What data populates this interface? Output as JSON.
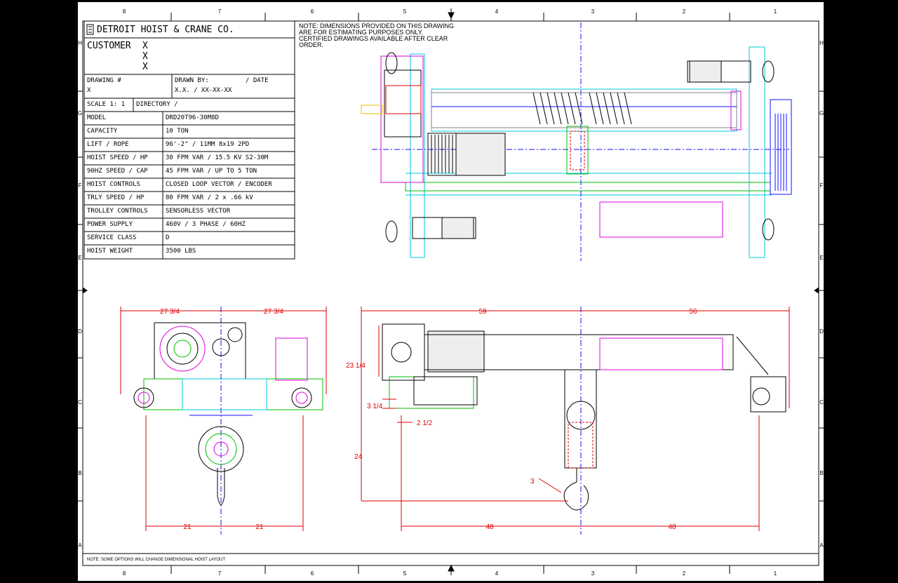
{
  "title_block": {
    "company": "DETROIT HOIST & CRANE CO.",
    "customer_label": "CUSTOMER",
    "customer_lines": [
      "X",
      "X",
      "X"
    ],
    "drawing_label": "DRAWING #",
    "drawing_value": "X",
    "drawn_by_label": "DRAWN BY:",
    "date_label": "/ DATE",
    "drawn_by_value": "X.X. / XX-XX-XX",
    "scale_label": "SCALE 1: 1",
    "directory_label": "DIRECTORY /",
    "rows": [
      {
        "label": "MODEL",
        "value": "DRD20T96-30M8D"
      },
      {
        "label": "CAPACITY",
        "value": "10 TON"
      },
      {
        "label": "LIFT / ROPE",
        "value": "96'-2\" / 11MM 8x19 2PD"
      },
      {
        "label": "HOIST SPEED / HP",
        "value": "30 FPM VAR / 15.5 KV S2-30M"
      },
      {
        "label": "90HZ SPEED / CAP",
        "value": "45 FPM VAR / UP TO 5 TON"
      },
      {
        "label": "HOIST CONTROLS",
        "value": "CLOSED LOOP VECTOR / ENCODER"
      },
      {
        "label": "TRLY SPEED / HP",
        "value": "80 FPM VAR / 2 x .66 kV"
      },
      {
        "label": "TROLLEY CONTROLS",
        "value": "SENSORLESS VECTOR"
      },
      {
        "label": "POWER SUPPLY",
        "value": "460V / 3 PHASE / 60HZ"
      },
      {
        "label": "SERVICE CLASS",
        "value": "D"
      },
      {
        "label": "HOIST WEIGHT",
        "value": "3500 LBS"
      }
    ]
  },
  "note_top": [
    "NOTE: DIMENSIONS PROVIDED ON THIS DRAWING",
    "ARE FOR ESTIMATING PURPOSES ONLY.",
    "CERTIFIED DRAWINGS AVAILABLE AFTER CLEAR",
    "ORDER."
  ],
  "note_bottom": "NOTE: SOME OPTIONS WILL CHANGE DIMENSIONAL HOIST LAYOUT",
  "grid": {
    "columns": [
      "8",
      "7",
      "6",
      "5",
      "4",
      "3",
      "2",
      "1"
    ],
    "rows": [
      "H",
      "G",
      "F",
      "E",
      "D",
      "C",
      "B",
      "A"
    ]
  },
  "dimensions": {
    "end_half_left": "27 3/4",
    "end_half_right": "27 3/4",
    "end_wheel_left": "21",
    "end_wheel_right": "21",
    "side_top_left": "59",
    "side_top_right": "56",
    "side_height": "23 1/4",
    "side_small_v": "3 1/4",
    "side_small_h": "2 1/2",
    "side_drop": "24",
    "side_hook": "3",
    "side_bottom_left": "48",
    "side_bottom_right": "48"
  },
  "colors": {
    "dimension": "#dd0000",
    "cyan": "#00c8d8",
    "magenta": "#e000e0",
    "green": "#00c000",
    "blue": "#1010ff",
    "gray": "#808080"
  }
}
